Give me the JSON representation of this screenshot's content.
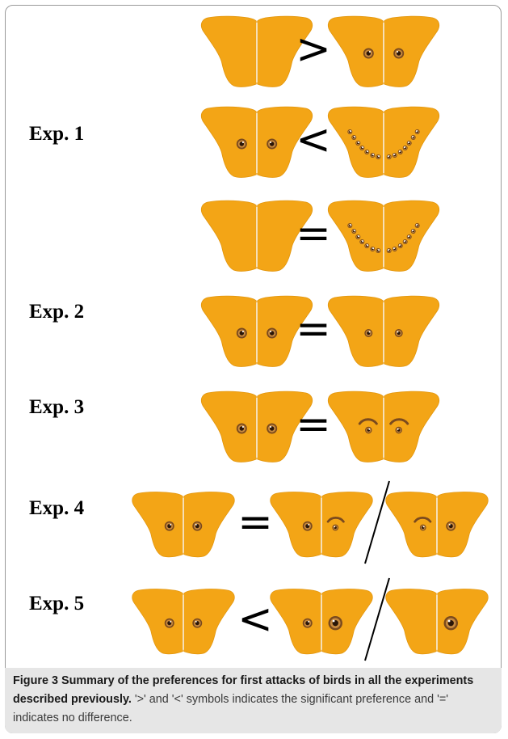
{
  "figure": {
    "palette": {
      "wing": "#f3a516",
      "wing_edge": "#e2950c",
      "body_line": "#ffffff",
      "spot_outer": "#7a4a1e",
      "spot_ring": "#c88a3e",
      "spot_core": "#2a1608",
      "symbol": "#000000",
      "divider": "#000000"
    },
    "rows": [
      {
        "label": "",
        "groups": [
          {
            "left": "plain",
            "right": "plain"
          },
          {
            "symbol": ">"
          },
          {
            "left": "eyespot",
            "right": "eyespot"
          }
        ]
      },
      {
        "label": "Exp. 1",
        "groups": [
          {
            "left": "eyespot",
            "right": "eyespot"
          },
          {
            "symbol": "<"
          },
          {
            "left": "spot-chain",
            "right": "spot-chain"
          }
        ]
      },
      {
        "label": "",
        "groups": [
          {
            "left": "plain",
            "right": "plain"
          },
          {
            "symbol": "="
          },
          {
            "left": "spot-chain",
            "right": "spot-chain"
          }
        ]
      },
      {
        "label": "Exp. 2",
        "groups": [
          {
            "left": "eyespot",
            "right": "eyespot"
          },
          {
            "symbol": "="
          },
          {
            "left": "small-eyespot",
            "right": "small-eyespot"
          }
        ]
      },
      {
        "label": "Exp. 3",
        "groups": [
          {
            "left": "eyespot",
            "right": "eyespot"
          },
          {
            "symbol": "="
          },
          {
            "left": "eyebrow-spot",
            "right": "eyebrow-spot"
          }
        ]
      },
      {
        "label": "Exp. 4",
        "groups": [
          {
            "left": "eyespot",
            "right": "eyespot"
          },
          {
            "symbol": "="
          },
          {
            "left": "eyespot",
            "right": "eyebrow-spot"
          },
          {
            "divider": "/"
          },
          {
            "left": "eyebrow-spot",
            "right": "eyespot"
          }
        ]
      },
      {
        "label": "Exp. 5",
        "groups": [
          {
            "left": "eyespot",
            "right": "eyespot"
          },
          {
            "symbol": "<"
          },
          {
            "left": "eyespot",
            "right": "large-eyespot"
          },
          {
            "divider": "/"
          },
          {
            "left": "plain",
            "right": "large-eyespot"
          }
        ]
      }
    ]
  },
  "caption": {
    "figure_number": "Figure 3",
    "title": "Summary of the preferences for first attacks of birds in all the experiments described previously.",
    "body": "'>' and '<' symbols indicates the significant preference and '=' indicates no difference."
  }
}
